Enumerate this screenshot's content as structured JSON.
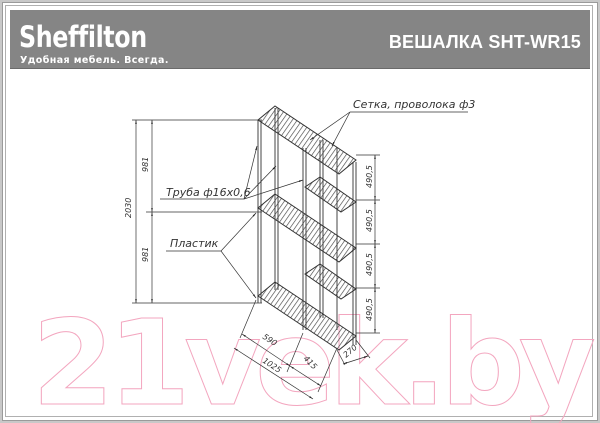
{
  "header": {
    "brand": "Sheffilton",
    "tagline": "Удобная мебель. Всегда.",
    "title": "ВЕШАЛКА SHT-WR15"
  },
  "drawing": {
    "callouts": {
      "mesh": "Сетка, проволока ф3",
      "tube": "Труба ф16х0,6",
      "plastic": "Пластик"
    },
    "dimensions": {
      "total_height": "2030",
      "upper_section_height": "981",
      "lower_section_height": "981",
      "shelf_spacing": [
        "490,5",
        "490,5",
        "490,5",
        "490,5"
      ],
      "wide_shelf_length": "590",
      "narrow_shelf_length": "415",
      "total_length": "1025",
      "depth": "270"
    }
  },
  "watermark": {
    "text": "21vek.by",
    "color": "#f3a6bf"
  },
  "colors": {
    "header_bg": "#858585",
    "line": "#3a3a3a"
  }
}
